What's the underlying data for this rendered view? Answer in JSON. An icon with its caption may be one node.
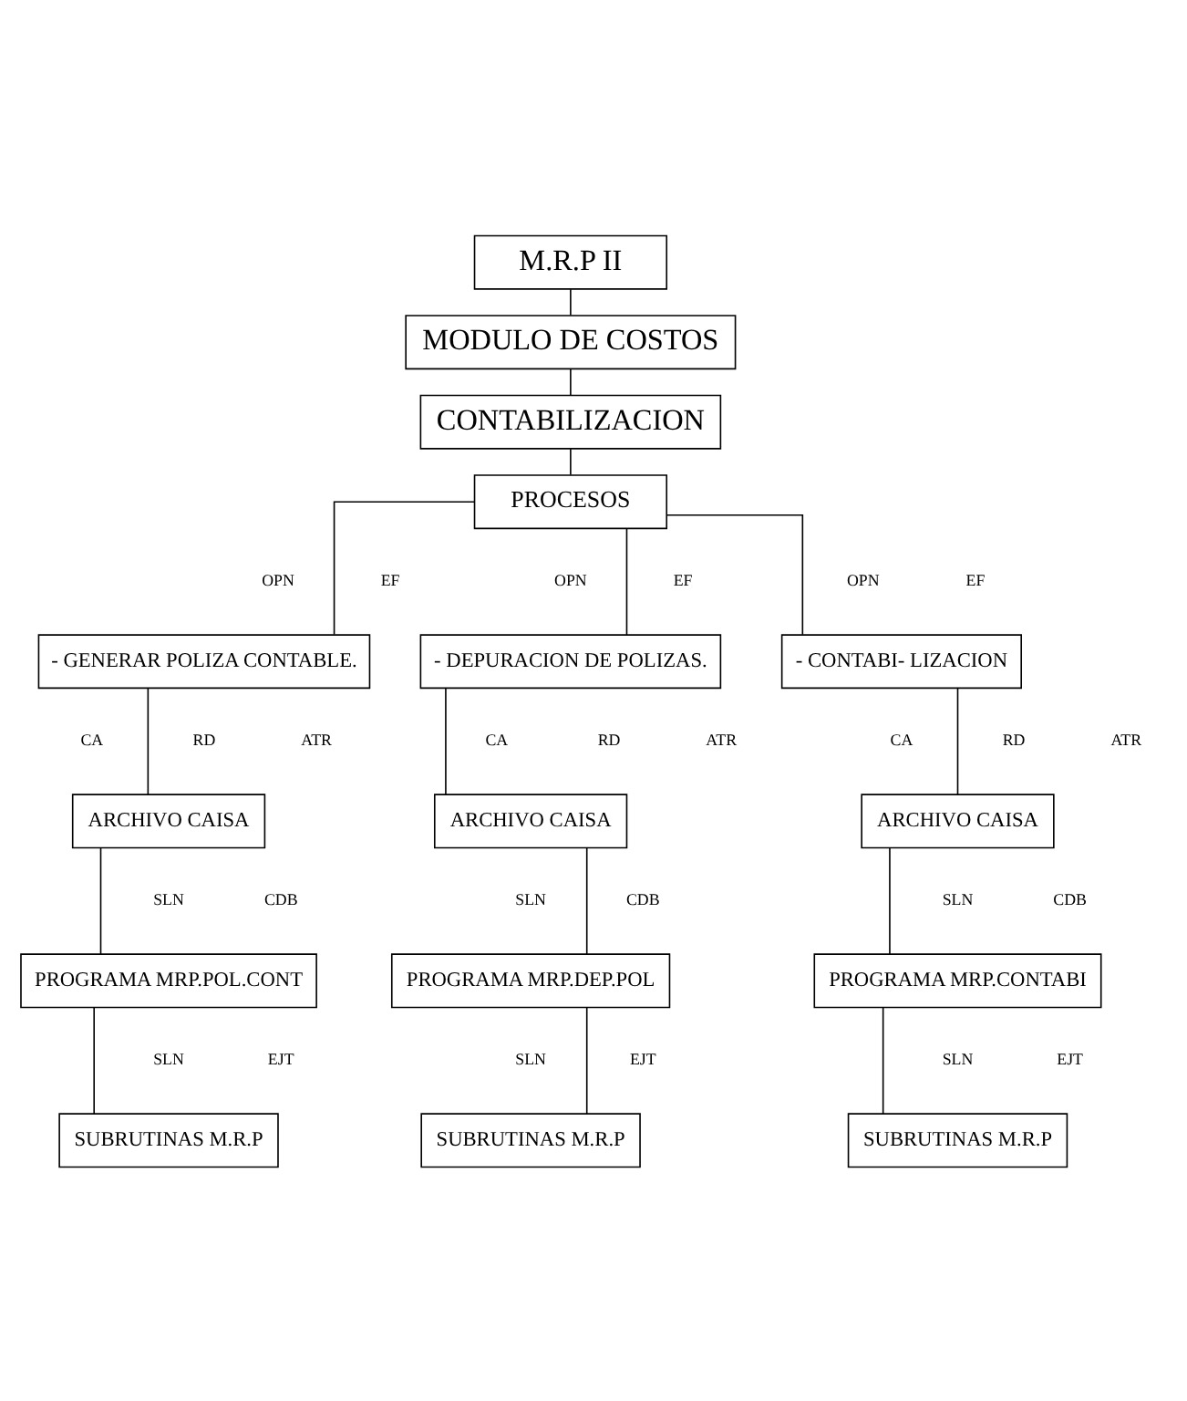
{
  "diagram": {
    "nodes": [
      {
        "text": [
          "M.R.P II"
        ]
      },
      {
        "text": [
          "MODULO DE COSTOS"
        ]
      },
      {
        "text": [
          "CONTABILIZACION"
        ]
      },
      {
        "text": [
          "PROCESOS"
        ]
      },
      {
        "text": [
          "- GENERAR POLIZA CONTABLE."
        ]
      },
      {
        "text": [
          "- DEPURACION DE POLIZAS."
        ]
      },
      {
        "text": [
          "- CONTABI- LIZACION"
        ]
      },
      {
        "text": [
          "ARCHIVO CAISA"
        ]
      },
      {
        "text": [
          "ARCHIVO CAISA"
        ]
      },
      {
        "text": [
          "ARCHIVO CAISA"
        ]
      },
      {
        "text": [
          "PROGRAMA MRP.POL.CONT"
        ]
      },
      {
        "text": [
          "PROGRAMA MRP.DEP.POL"
        ]
      },
      {
        "text": [
          "PROGRAMA MRP.CONTABI"
        ]
      },
      {
        "text": [
          "SUBRUTINAS M.R.P"
        ]
      },
      {
        "text": [
          "SUBRUTINAS M.R.P"
        ]
      },
      {
        "text": [
          "SUBRUTINAS M.R.P"
        ]
      }
    ],
    "edges": [
      {
        "from": 0,
        "to": 1,
        "arrow": "none"
      },
      {
        "from": 1,
        "to": 2,
        "arrow": "none"
      },
      {
        "from": 2,
        "to": 3,
        "arrow": "none"
      },
      {
        "from": 3,
        "to": 4,
        "arrow": "none"
      },
      {
        "from": 3,
        "to": 5,
        "arrow": "none"
      },
      {
        "from": 3,
        "to": 6,
        "arrow": "none"
      },
      {
        "from": 4,
        "to": 7,
        "arrow": "none"
      },
      {
        "from": 5,
        "to": 8,
        "arrow": "none"
      },
      {
        "from": 6,
        "to": 9,
        "arrow": "none"
      },
      {
        "from": 7,
        "to": 10,
        "arrow": "none"
      },
      {
        "from": 8,
        "to": 11,
        "arrow": "none"
      },
      {
        "from": 9,
        "to": 12,
        "arrow": "none"
      },
      {
        "from": 10,
        "to": 13,
        "arrow": "none"
      },
      {
        "from": 11,
        "to": 14,
        "arrow": "none"
      },
      {
        "from": 12,
        "to": 15,
        "arrow": "none"
      }
    ],
    "labels": [
      "OPN",
      "EF",
      "OPN",
      "EF",
      "OPN",
      "EF",
      "CA",
      "RD",
      "ATR",
      "CA",
      "RD",
      "ATR",
      "CA",
      "RD",
      "ATR",
      "SLN",
      "CDB",
      "SLN",
      "CDB",
      "SLN",
      "CDB",
      "SLN",
      "EJT",
      "SLN",
      "EJT",
      "SLN",
      "EJT"
    ]
  }
}
